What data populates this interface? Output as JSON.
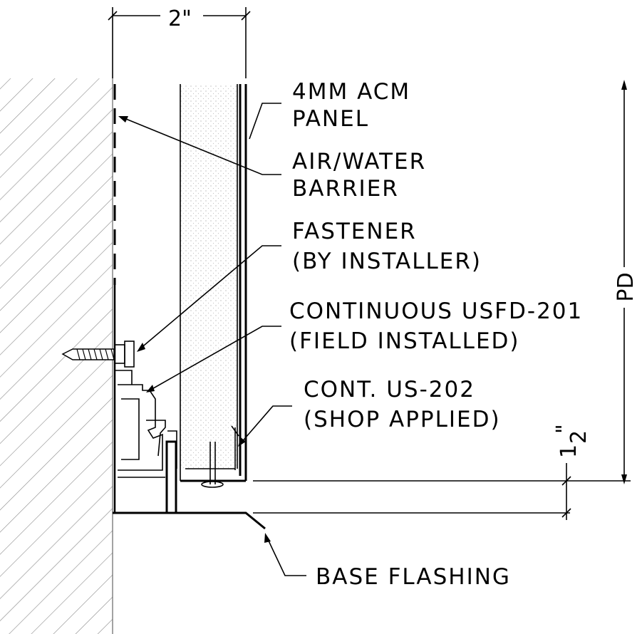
{
  "labels": {
    "acm_line1": "4MM ACM",
    "acm_line2": "PANEL",
    "barrier_line1": "AIR/WATER",
    "barrier_line2": "BARRIER",
    "fastener_line1": "FASTENER",
    "fastener_line2": "(BY INSTALLER)",
    "usfd_line1": "CONTINUOUS USFD-201",
    "usfd_line2": "(FIELD INSTALLED)",
    "us202_line1": "CONT. US-202",
    "us202_line2": "(SHOP APPLIED)",
    "base_flashing": "BASE FLASHING"
  },
  "dimensions": {
    "top_width": "2\"",
    "right_height": "PD",
    "gap_num": "1",
    "gap_den": "2",
    "gap_inch": "\""
  },
  "colors": {
    "line": "#000000",
    "hatch": "#888888",
    "insulation_dots": "#b8b8b8"
  }
}
